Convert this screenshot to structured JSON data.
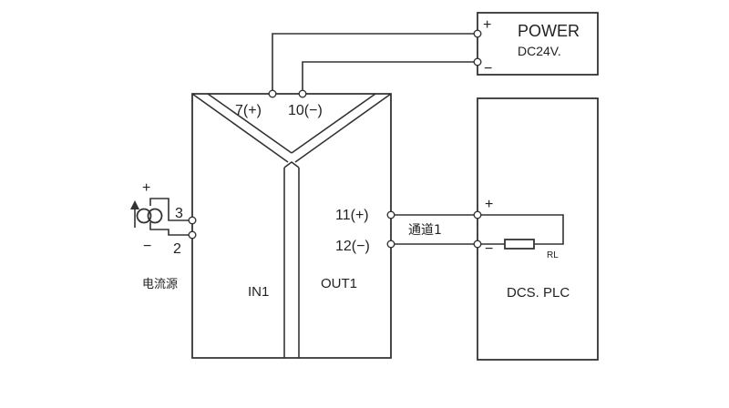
{
  "power": {
    "title": "POWER",
    "voltage": "DC24V.",
    "plus": "+",
    "minus": "−"
  },
  "module": {
    "pin_power_plus": "7(+)",
    "pin_power_minus": "10(−)",
    "input_label": "IN1",
    "output_label": "OUT1",
    "pin_out_plus": "11(+)",
    "pin_out_minus": "12(−)",
    "pin_in_plus": "3",
    "pin_in_minus": "2"
  },
  "source": {
    "plus": "+",
    "minus": "−",
    "label": "电流源"
  },
  "channel_label": "通道1",
  "receiver": {
    "label": "DCS. PLC",
    "plus": "+",
    "minus": "−",
    "load_label": "RL"
  },
  "colors": {
    "line": "#333333",
    "background": "#ffffff"
  }
}
